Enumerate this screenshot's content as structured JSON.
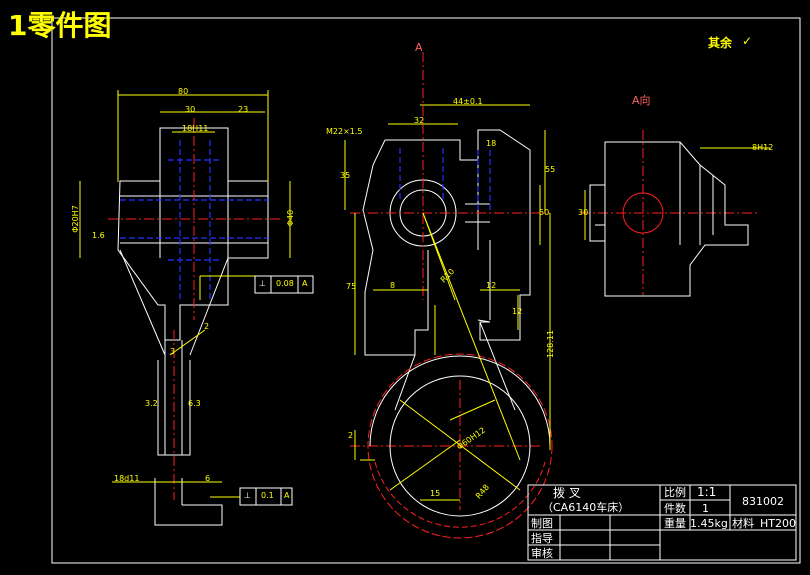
{
  "title": "1零件图",
  "surface_note": "其余",
  "view_label_a": "A",
  "view_label_a_dir": "A向",
  "dims": {
    "w80": "80",
    "w30": "30",
    "w23": "23",
    "fit18": "18H11",
    "d40": "Φ40",
    "d20": "Φ20H7",
    "ra1": "1.6",
    "ra2": "3.2",
    "ra3": "6.3",
    "d2": "2",
    "d3": "3",
    "fit18b": "18d11",
    "d6": "6",
    "m22": "M22×1.5",
    "d32": "32",
    "d44": "44±0.1",
    "d18": "18",
    "d35": "35",
    "d55": "55",
    "d50": "50",
    "d75": "75",
    "r10": "R10",
    "d12a": "12",
    "d12b": "12",
    "d8": "8",
    "d128": "128.11",
    "d15": "15",
    "d8h12": "8H12",
    "d30": "30",
    "d60": "Φ60H12",
    "r48": "R48",
    "d2b": "2"
  },
  "tolerances": [
    {
      "sym": "⊥",
      "val": "0.08",
      "ref": "A"
    },
    {
      "sym": "⊥",
      "val": "0.1",
      "ref": "A"
    }
  ],
  "title_block": {
    "part_name": "拨 叉",
    "machine": "（CA6140车床）",
    "scale_label": "比例",
    "scale_val": "1:1",
    "qty_label": "件数",
    "qty_val": "1",
    "drawing_no": "831002",
    "weight_label": "重量",
    "weight_val": "1.45kg",
    "material_label": "材料",
    "material_val": "HT200",
    "drawn_label": "制图",
    "guide_label": "指导",
    "review_label": "审核"
  }
}
